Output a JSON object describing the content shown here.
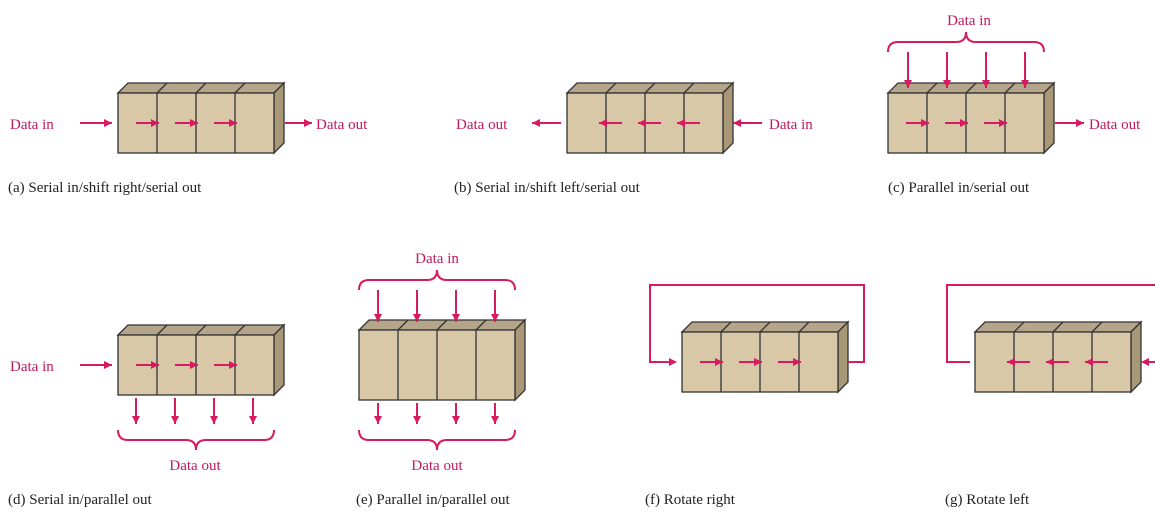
{
  "colors": {
    "accent": "#d81b60",
    "block": "#d8c8a8",
    "caption": "#222222"
  },
  "panels": {
    "a": {
      "in_label": "Data in",
      "out_label": "Data out",
      "caption": "(a) Serial in/shift right/serial out"
    },
    "b": {
      "in_label": "Data in",
      "out_label": "Data out",
      "caption": "(b) Serial in/shift left/serial out"
    },
    "c": {
      "in_label": "Data in",
      "out_label": "Data out",
      "caption": "(c) Parallel in/serial out"
    },
    "d": {
      "in_label": "Data in",
      "out_label": "Data out",
      "caption": "(d) Serial in/parallel out"
    },
    "e": {
      "in_label": "Data in",
      "out_label": "Data out",
      "caption": "(e) Parallel in/parallel out"
    },
    "f": {
      "caption": "(f) Rotate right"
    },
    "g": {
      "caption": "(g) Rotate left"
    }
  }
}
